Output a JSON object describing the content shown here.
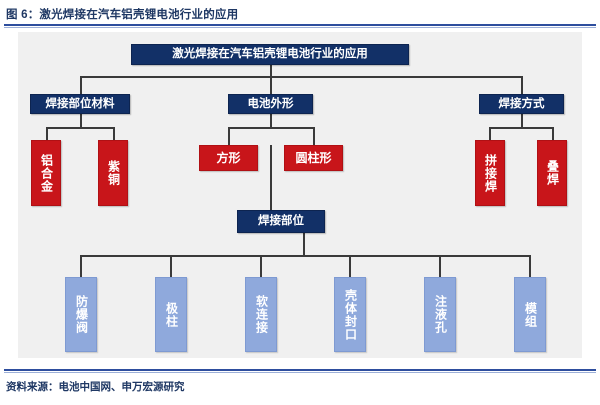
{
  "figure": {
    "caption": "图 6：激光焊接在汽车铝壳锂电池行业的应用",
    "source": "资料来源：电池中国网、申万宏源研究"
  },
  "colors": {
    "navy": "#123067",
    "red": "#C8151A",
    "light_blue": "#8FA9DC",
    "canvas": "#F0F0F0",
    "rule": "#2E4E9E",
    "caption_text": "#1F3864",
    "connector": "#3A3A3A"
  },
  "chart_data": {
    "type": "diagram",
    "diagram_kind": "org-tree",
    "title": "激光焊接在汽车铝壳锂电池行业的应用",
    "levels": 4,
    "nodes": [
      {
        "id": "root",
        "label": "激光焊接在汽车铝壳锂电池行业的应用",
        "style": "navy",
        "orientation": "horizontal",
        "level": 0
      },
      {
        "id": "b1",
        "label": "焊接部位材料",
        "style": "navy",
        "orientation": "horizontal",
        "level": 1
      },
      {
        "id": "b2",
        "label": "电池外形",
        "style": "navy",
        "orientation": "horizontal",
        "level": 1
      },
      {
        "id": "b3",
        "label": "焊接方式",
        "style": "navy",
        "orientation": "horizontal",
        "level": 1
      },
      {
        "id": "b1c1",
        "label": "铝合金",
        "style": "red",
        "orientation": "vertical",
        "level": 2
      },
      {
        "id": "b1c2",
        "label": "紫铜",
        "style": "red",
        "orientation": "vertical",
        "level": 2
      },
      {
        "id": "b2c1",
        "label": "方形",
        "style": "red",
        "orientation": "horizontal",
        "level": 2
      },
      {
        "id": "b2c2",
        "label": "圆柱形",
        "style": "red",
        "orientation": "horizontal",
        "level": 2
      },
      {
        "id": "b3c1",
        "label": "拼接焊",
        "style": "red",
        "orientation": "vertical",
        "level": 2
      },
      {
        "id": "b3c2",
        "label": "叠焊",
        "style": "red",
        "orientation": "vertical",
        "level": 2
      },
      {
        "id": "weldpos",
        "label": "焊接部位",
        "style": "navy",
        "orientation": "horizontal",
        "level": 3
      },
      {
        "id": "w1",
        "label": "防爆阀",
        "style": "light_blue",
        "orientation": "vertical",
        "level": 4
      },
      {
        "id": "w2",
        "label": "极柱",
        "style": "light_blue",
        "orientation": "vertical",
        "level": 4
      },
      {
        "id": "w3",
        "label": "软连接",
        "style": "light_blue",
        "orientation": "vertical",
        "level": 4
      },
      {
        "id": "w4",
        "label": "壳体封口",
        "style": "light_blue",
        "orientation": "vertical",
        "level": 4
      },
      {
        "id": "w5",
        "label": "注液孔",
        "style": "light_blue",
        "orientation": "vertical",
        "level": 4
      },
      {
        "id": "w6",
        "label": "模组",
        "style": "light_blue",
        "orientation": "vertical",
        "level": 4
      }
    ],
    "edges": [
      {
        "from": "root",
        "to": "b1"
      },
      {
        "from": "root",
        "to": "b2"
      },
      {
        "from": "root",
        "to": "b3"
      },
      {
        "from": "b1",
        "to": "b1c1"
      },
      {
        "from": "b1",
        "to": "b1c2"
      },
      {
        "from": "b2",
        "to": "b2c1"
      },
      {
        "from": "b2",
        "to": "b2c2"
      },
      {
        "from": "b3",
        "to": "b3c1"
      },
      {
        "from": "b3",
        "to": "b3c2"
      },
      {
        "from": "b2",
        "to": "weldpos"
      },
      {
        "from": "weldpos",
        "to": "w1"
      },
      {
        "from": "weldpos",
        "to": "w2"
      },
      {
        "from": "weldpos",
        "to": "w3"
      },
      {
        "from": "weldpos",
        "to": "w4"
      },
      {
        "from": "weldpos",
        "to": "w5"
      },
      {
        "from": "weldpos",
        "to": "w6"
      }
    ]
  }
}
